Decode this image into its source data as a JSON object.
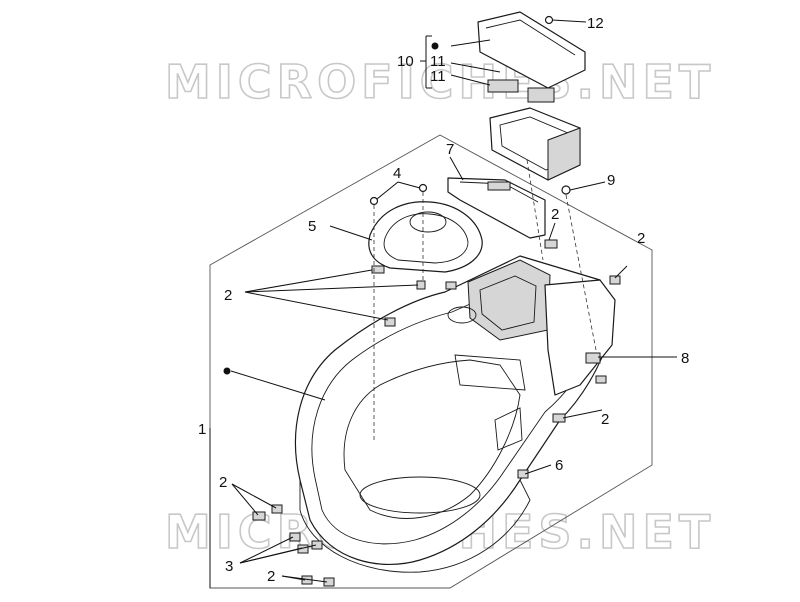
{
  "watermark": {
    "top": "MICROFICHES.NET",
    "bottom": "MICROFICHES.NET"
  },
  "callouts": {
    "c1": "1",
    "c2_left": "2",
    "c2_mid": "2",
    "c2_right_top": "2",
    "c2_right_mid": "2",
    "c2_low_left": "2",
    "c2_bottom": "2",
    "c3": "3",
    "c4": "4",
    "c5": "5",
    "c6": "6",
    "c7": "7",
    "c8": "8",
    "c9": "9",
    "c10": "10",
    "c11_a": "11",
    "c11_b": "11",
    "c12": "12"
  }
}
